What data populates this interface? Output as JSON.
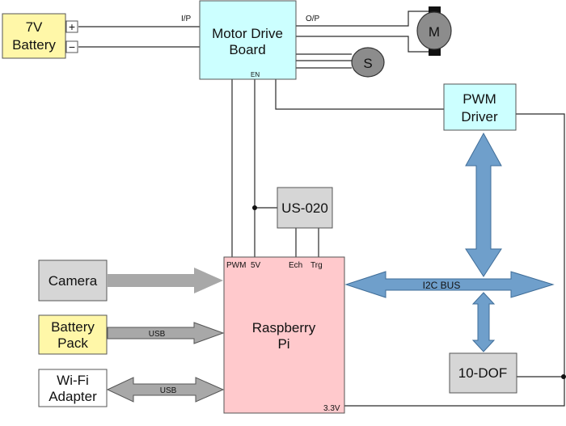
{
  "blocks": {
    "battery_7v": {
      "line1": "7V",
      "line2": "Battery",
      "plus": "+",
      "minus": "−"
    },
    "motor_drive": {
      "line1": "Motor Drive",
      "line2": "Board",
      "in_label": "I/P",
      "out_label": "O/P",
      "en_label": "EN"
    },
    "motor": {
      "label": "M"
    },
    "servo": {
      "label": "S"
    },
    "pwm_driver": {
      "line1": "PWM",
      "line2": "Driver"
    },
    "us020": {
      "label": "US-020"
    },
    "raspberry_pi": {
      "line1": "Raspberry",
      "line2": "Pi",
      "pin_pwm": "PWM",
      "pin_5v": "5V",
      "pin_ech": "Ech",
      "pin_trg": "Trg",
      "pin_3v3": "3.3V"
    },
    "camera": {
      "label": "Camera"
    },
    "battery_pack": {
      "line1": "Battery",
      "line2": "Pack"
    },
    "wifi_adapter": {
      "line1": "Wi-Fi",
      "line2": "Adapter"
    },
    "tendof": {
      "label": "10-DOF"
    }
  },
  "arrows": {
    "i2c_bus": "I2C BUS",
    "usb_battery": "USB",
    "usb_wifi": "USB"
  },
  "colors": {
    "battery_fill": "#fff7a8",
    "motor_board_fill": "#ccffff",
    "pi_fill": "#ffc9cc",
    "gray_box_fill": "#d6d6d6",
    "bus_arrow_fill": "#6f9fcb",
    "bus_arrow_stroke": "#3f6d98",
    "usb_arrow_fill": "#a8a8a8"
  }
}
